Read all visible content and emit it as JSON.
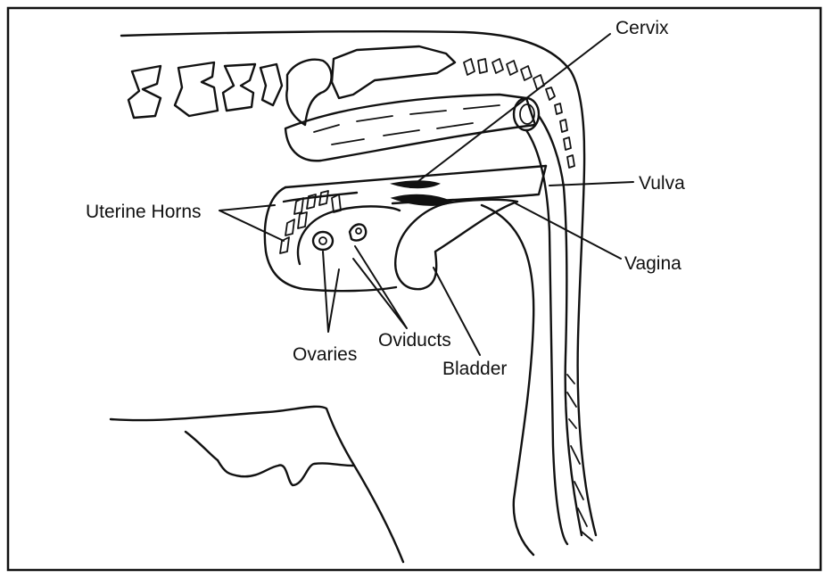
{
  "labels": {
    "cervix": "Cervix",
    "vulva": "Vulva",
    "uterine_horns": "Uterine Horns",
    "vagina": "Vagina",
    "ovaries": "Ovaries",
    "oviducts": "Oviducts",
    "bladder": "Bladder"
  },
  "colors": {
    "ink": "#111111",
    "paper": "#ffffff"
  }
}
